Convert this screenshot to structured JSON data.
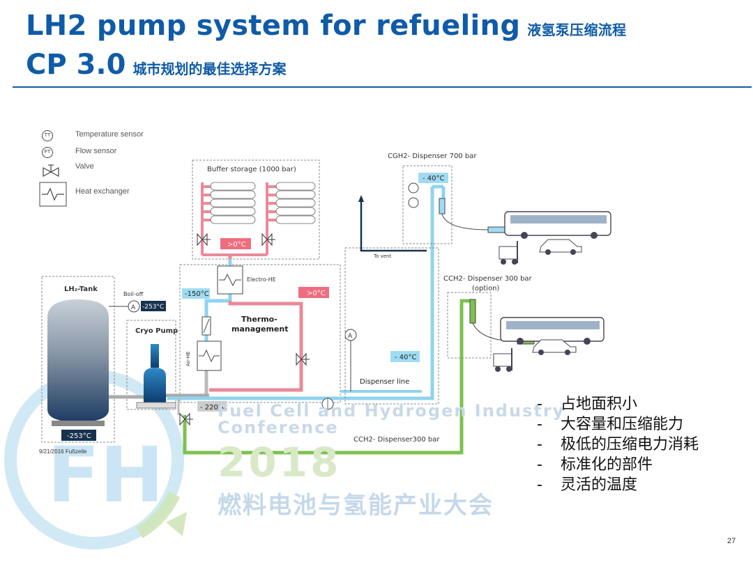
{
  "header": {
    "title_line1": "LH2 pump system for refueling",
    "title_line1_cn": "液氢泵压缩流程",
    "title_line2": "CP 3.0",
    "title_line2_cn": "城市规划的最佳选择方案"
  },
  "legend": {
    "tt_symbol": "TT",
    "tt_label": "Temperature sensor",
    "ft_symbol": "FT",
    "ft_label": "Flow sensor",
    "valve_label": "Valve",
    "hx_label": "Heat exchanger"
  },
  "diagram": {
    "buffer_storage": "Buffer storage (1000 bar)",
    "temp_gt0_a": ">0°C",
    "temp_gt0_b": ">0°C",
    "electro_he": "Electro-HE",
    "temp_m150": "-150°C",
    "thermo": "Thermo-",
    "management": "management",
    "air_he": "Air-HE",
    "lh2_tank": "LH₂-Tank",
    "boil_off": "Boil-off",
    "temp_m253_top": "-253°C",
    "temp_m253_bottom": "-253°C",
    "cryo_pump": "Cryo Pump",
    "temp_m220": "- 220°C",
    "a_symbol": "A",
    "to_vent": "To vent",
    "cgh2_dispenser": "CGH2- Dispenser 700 bar",
    "temp_m40_top": "- 40°C",
    "temp_m40_mid": "- 40°C",
    "cch2_dispenser_line1": "CCH2- Dispenser 300 bar",
    "cch2_dispenser_line2": "(option)",
    "dispenser_line": "Dispenser line",
    "cch2_bottom": "CCH2- Dispenser300 bar",
    "date": "9/21/2016 Fußzeile"
  },
  "bullets": [
    "占地面积小",
    "大容量和压缩能力",
    "极低的压缩电力消耗",
    "标准化的部件",
    "灵活的温度"
  ],
  "watermark": {
    "line1": "Fuel Cell and Hydrogen Industry",
    "line2": "Conference",
    "year": "2018",
    "cn": "燃料电池与氢能产业大会",
    "logo": "FH"
  },
  "page_number": "27",
  "colors": {
    "title_blue": "#0f5ba8",
    "pipe_red": "#e98a9a",
    "pipe_blue": "#8fd3ef",
    "pipe_green": "#7cc24e",
    "pipe_gray": "#aaaaaa",
    "temp_red_box": "#ef6d7e",
    "temp_blue_box": "#9fdcf3",
    "temp_dark_box": "#16324f"
  }
}
